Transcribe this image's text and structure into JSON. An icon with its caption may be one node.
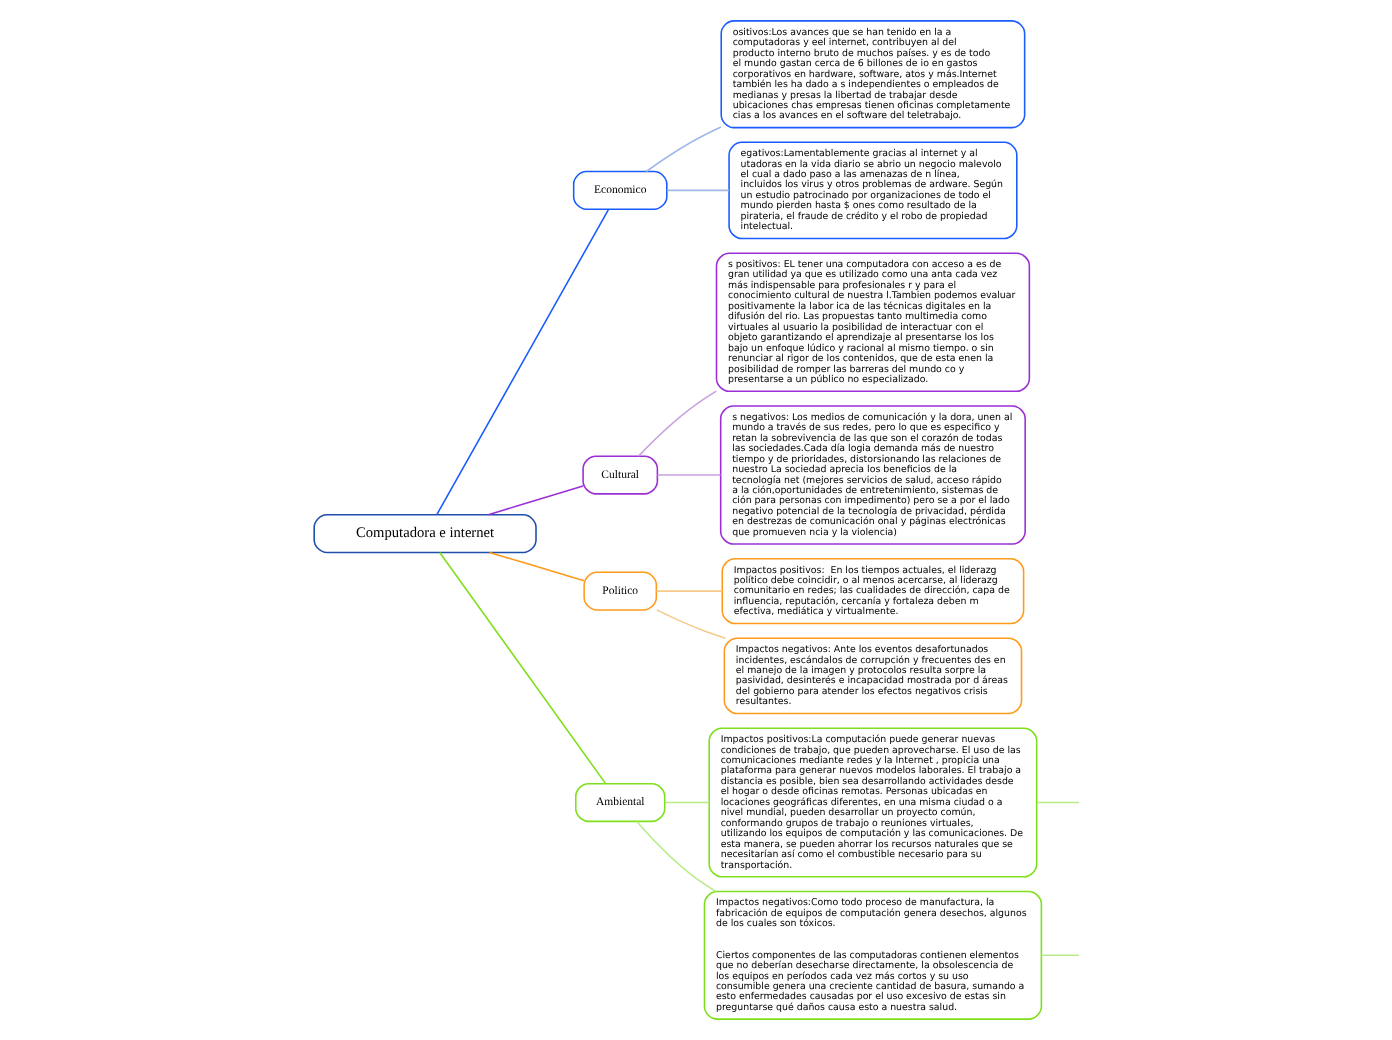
{
  "diagram": {
    "nodes": [
      {
        "text": [
          "Computadora e internet"
        ]
      },
      {
        "text": [
          "Economico"
        ]
      },
      {
        "text": [
          "ositivos:Los avances que se han tenido en la a computadoras y eel internet, contribuyen al del producto interno bruto de muchos países. y es de todo el mundo gastan cerca de 6 billones de io en gastos corporativos en hardware, software, atos y más.Internet también les ha dado a s independientes o empleados de medianas y presas la libertad de trabajar desde ubicaciones chas empresas tienen oficinas completamente cias a los avances en el software del teletrabajo."
        ]
      },
      {
        "text": [
          "egativos:Lamentablemente gracias al internet y al utadoras en la vida diario se abrio un negocio malevolo el cual a dado paso a las amenazas de n línea, incluidos los virus y otros problemas de ardware. Según un estudio patrocinado por organizaciones de todo el mundo pierden hasta $ ones como resultado de la pirateria, el fraude de crédito y el robo de propiedad intelectual."
        ]
      },
      {
        "text": [
          "Cultural"
        ]
      },
      {
        "text": [
          "s positivos: EL tener una computadora con acceso a es de gran utilidad ya que es utilizado como una anta cada vez más indispensable para profesionales r y para el conocimiento cultural de nuestra l.Tambien podemos evaluar positivamente la labor ica de las técnicas digitales en la difusión del rio. Las propuestas tanto multimedia como virtuales al usuario la posibilidad de interactuar con el objeto garantizando el aprendizaje al presentarse los los bajo un enfoque lúdico y racional al mismo tiempo. o sin renunciar al rigor de los contenidos, que de esta enen la posibilidad de romper las barreras del mundo co y presentarse a un público no especializado."
        ]
      },
      {
        "text": [
          "s negativos: Los medios de comunicación y la dora, unen al mundo a través de sus redes, pero lo que es especifico y retan la sobrevivencia de las que son el corazón de todas las sociedades.Cada día logia demanda más de nuestro tiempo y de prioridades, distorsionando las relaciones de nuestro La sociedad aprecia los beneficios de la tecnología net (mejores servicios de salud, acceso rápido a la ción,oportunidades de entretenimiento, sistemas de ción para personas con impedimento) pero se a por el lado negativo potencial de la tecnología de privacidad, pérdida en destrezas de comunicación onal y páginas electrónicas que promueven ncia y la violencia)"
        ]
      },
      {
        "text": [
          "Politico"
        ]
      },
      {
        "text": [
          "Impactos positivos:  En los tiempos actuales, el liderazg político debe coincidir, o al menos acercarse, al liderazg comunitario en redes; las cualidades de dirección, capa de influencia, reputación, cercanía y fortaleza deben m efectiva, mediática y virtualmente."
        ]
      },
      {
        "text": [
          "Impactos negativos: Ante los eventos desafortunados incidentes, escándalos de corrupción y frecuentes des en el manejo de la imagen y protocolos resulta sorpre la pasividad, desinterés e incapacidad mostrada por d áreas del gobierno para atender los efectos negativos crisis resultantes."
        ]
      },
      {
        "text": [
          "Ambiental"
        ]
      },
      {
        "text": [
          "Impactos positivos:La computación puede generar nuevas condiciones de trabajo, que pueden aprovecharse. El uso de las comunicaciones mediante redes y la Internet , propicia una plataforma para generar nuevos modelos laborales. El trabajo a distancia es posible, bien sea desarrollando actividades desde el hogar o desde oficinas remotas. Personas ubicadas en locaciones geográficas diferentes, en una misma ciudad o a nivel mundial, pueden desarrollar un proyecto común, conformando grupos de trabajo o reuniones virtuales, utilizando los equipos de computación y las comunicaciones. De esta manera, se pueden ahorrar los recursos naturales que se necesitarían así como el combustible necesario para su transportación."
        ]
      },
      {
        "text": [
          "Impactos negativos:Como todo proceso de manufactura, la fabricación de equipos de computación genera desechos, algunos de los cuales son tóxicos.",
          "Ciertos componentes de las computadoras contienen elementos que no deberían desecharse directamente, la obsolescencia de los equipos en períodos cada vez más cortos y su uso consumible genera una creciente cantidad de basura, sumando a esto enfermedades causadas por el uso excesivo de estas sin preguntarse qué daños causa esto a nuestra salud."
        ]
      }
    ],
    "edges": [
      {
        "from": 0,
        "to": 1,
        "arrow": "none",
        "color": "#1a5cff"
      },
      {
        "from": 1,
        "to": 2,
        "arrow": "none",
        "color": "#9fb8e8"
      },
      {
        "from": 1,
        "to": 3,
        "arrow": "none",
        "color": "#9fb8e8"
      },
      {
        "from": 0,
        "to": 4,
        "arrow": "none",
        "color": "#9b2fd6"
      },
      {
        "from": 4,
        "to": 5,
        "arrow": "none",
        "color": "#c9a0e0"
      },
      {
        "from": 4,
        "to": 6,
        "arrow": "none",
        "color": "#c9a0e0"
      },
      {
        "from": 0,
        "to": 7,
        "arrow": "none",
        "color": "#ff9a1a"
      },
      {
        "from": 7,
        "to": 8,
        "arrow": "none",
        "color": "#f5c98a"
      },
      {
        "from": 7,
        "to": 9,
        "arrow": "none",
        "color": "#f5c98a"
      },
      {
        "from": 0,
        "to": 10,
        "arrow": "none",
        "color": "#7ee01a"
      },
      {
        "from": 10,
        "to": 11,
        "arrow": "none",
        "color": "#b8ec88"
      },
      {
        "from": 10,
        "to": 12,
        "arrow": "none",
        "color": "#b8ec88"
      },
      {
        "from": 11,
        "to": null,
        "arrow": "none",
        "color": "#b8ec88"
      },
      {
        "from": 12,
        "to": null,
        "arrow": "none",
        "color": "#b8ec88"
      }
    ]
  }
}
